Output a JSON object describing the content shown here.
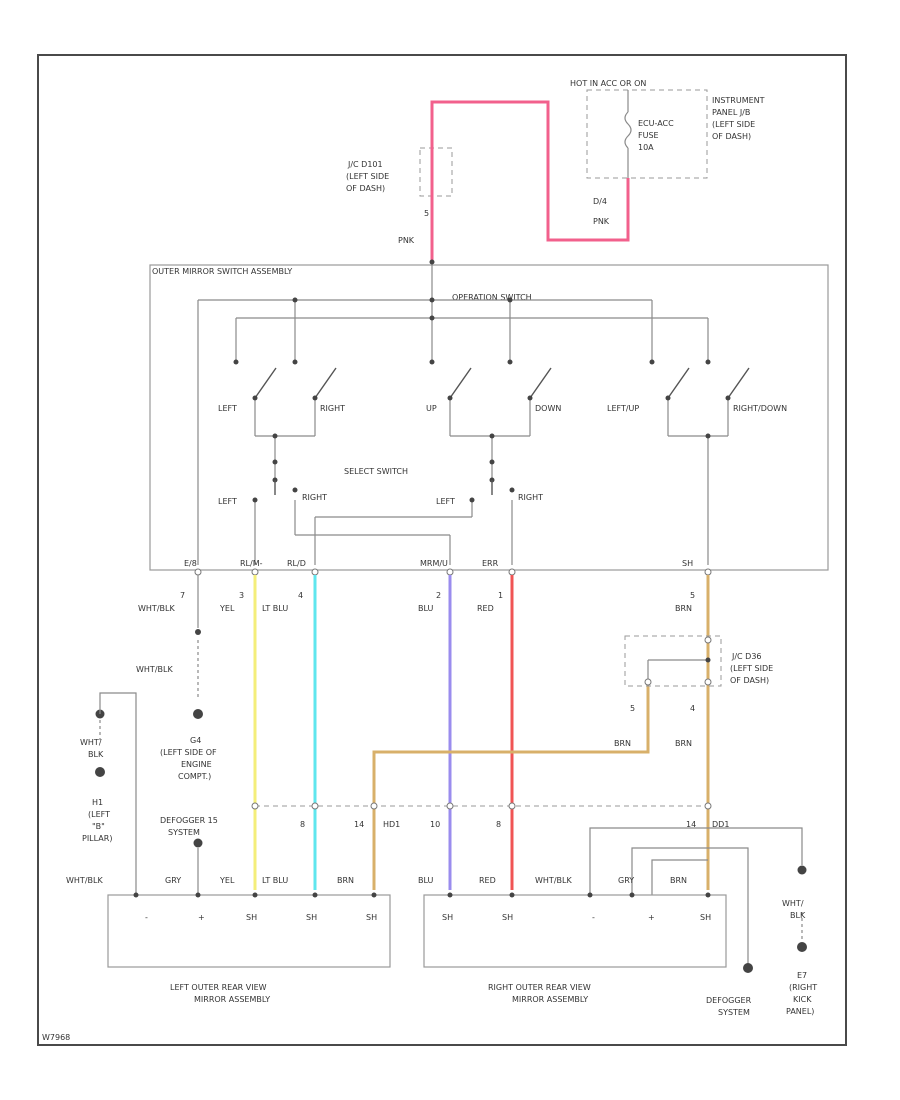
{
  "page_id": "W7968",
  "top": {
    "hot_label": "HOT IN ACC OR ON",
    "fuse_label": "ECU-ACC",
    "fuse_word": "FUSE",
    "fuse_rating": "10A",
    "ip_jb": [
      "INSTRUMENT",
      "PANEL J/B",
      "(LEFT SIDE",
      "OF DASH)"
    ],
    "fuse_pin": "D/4",
    "fuse_wire": "PNK",
    "jc_top": [
      "J/C D101",
      "(LEFT SIDE",
      "OF DASH)"
    ],
    "jc_top_pin": "5",
    "jc_top_wire": "PNK"
  },
  "switch_assy": {
    "title": "OUTER MIRROR SWITCH ASSEMBLY",
    "operation_title": "OPERATION SWITCH",
    "select_title": "SELECT SWITCH",
    "op_pairs": [
      {
        "a": "LEFT",
        "b": "RIGHT"
      },
      {
        "a": "UP",
        "b": "DOWN"
      },
      {
        "a": "LEFT/UP",
        "b": "RIGHT/DOWN"
      }
    ],
    "sel_left": {
      "a": "LEFT",
      "b": "RIGHT"
    },
    "sel_right": {
      "a": "LEFT",
      "b": "RIGHT"
    },
    "pin_labels": [
      "E/8",
      "RL/M-",
      "RL/D",
      "MRM/U",
      "ERR",
      "SH"
    ],
    "connectors": [
      "7",
      "3",
      "4",
      "2",
      "1",
      "5"
    ]
  },
  "wires": {
    "col1_a": "WHT/BLK",
    "col1_b": "WHT/BLK",
    "yel": "YEL",
    "ltblu": "LT BLU",
    "blu": "BLU",
    "red": "RED",
    "brn": "BRN",
    "brn_a": "BRN",
    "brn_b": "BRN"
  },
  "colors": {
    "pnk": "#f2608c",
    "yel": "#f4ee7a",
    "ltblu": "#5fe6ee",
    "blu": "#9a8cee",
    "red": "#f05454",
    "brn": "#d8b06a"
  },
  "jc_bottom": {
    "label": [
      "J/C D36",
      "(LEFT SIDE",
      "OF DASH)"
    ],
    "pin_a": "5",
    "pin_b": "4"
  },
  "grounds": {
    "g_engine": [
      "G4",
      "(LEFT SIDE OF",
      "ENGINE",
      "COMPT.)"
    ],
    "g_pillar_wire": [
      "WHT/",
      "BLK"
    ],
    "g_pillar": [
      "H1",
      "(LEFT",
      "\"B\"",
      "PILLAR)"
    ],
    "g_right_wire": [
      "WHT/",
      "BLK"
    ],
    "g_right": [
      "E7",
      "(RIGHT",
      "KICK",
      "PANEL)"
    ]
  },
  "connectors_lower": {
    "defogger": [
      "DEFOGGER 15",
      "SYSTEM"
    ],
    "p_left": "8",
    "p_mid": "14",
    "p_mid_code": "HD1",
    "p_blu": "10",
    "p_red": "8",
    "p_right": "14",
    "p_right_code": "DD1"
  },
  "mirror_left": {
    "name": [
      "LEFT OUTER REAR VIEW",
      "MIRROR ASSEMBLY"
    ],
    "wires": [
      "WHT/BLK",
      "GRY",
      "YEL",
      "LT BLU",
      "BRN"
    ],
    "pins": [
      "-",
      "+",
      "SH",
      "SH",
      "SH"
    ]
  },
  "mirror_right": {
    "name": [
      "RIGHT OUTER REAR VIEW",
      "MIRROR ASSEMBLY"
    ],
    "wires": [
      "BLU",
      "RED",
      "WHT/BLK",
      "GRY",
      "BRN"
    ],
    "pins": [
      "SH",
      "SH",
      "-",
      "+",
      "SH"
    ]
  },
  "defogger_right": [
    "DEFOGGER",
    "SYSTEM"
  ]
}
